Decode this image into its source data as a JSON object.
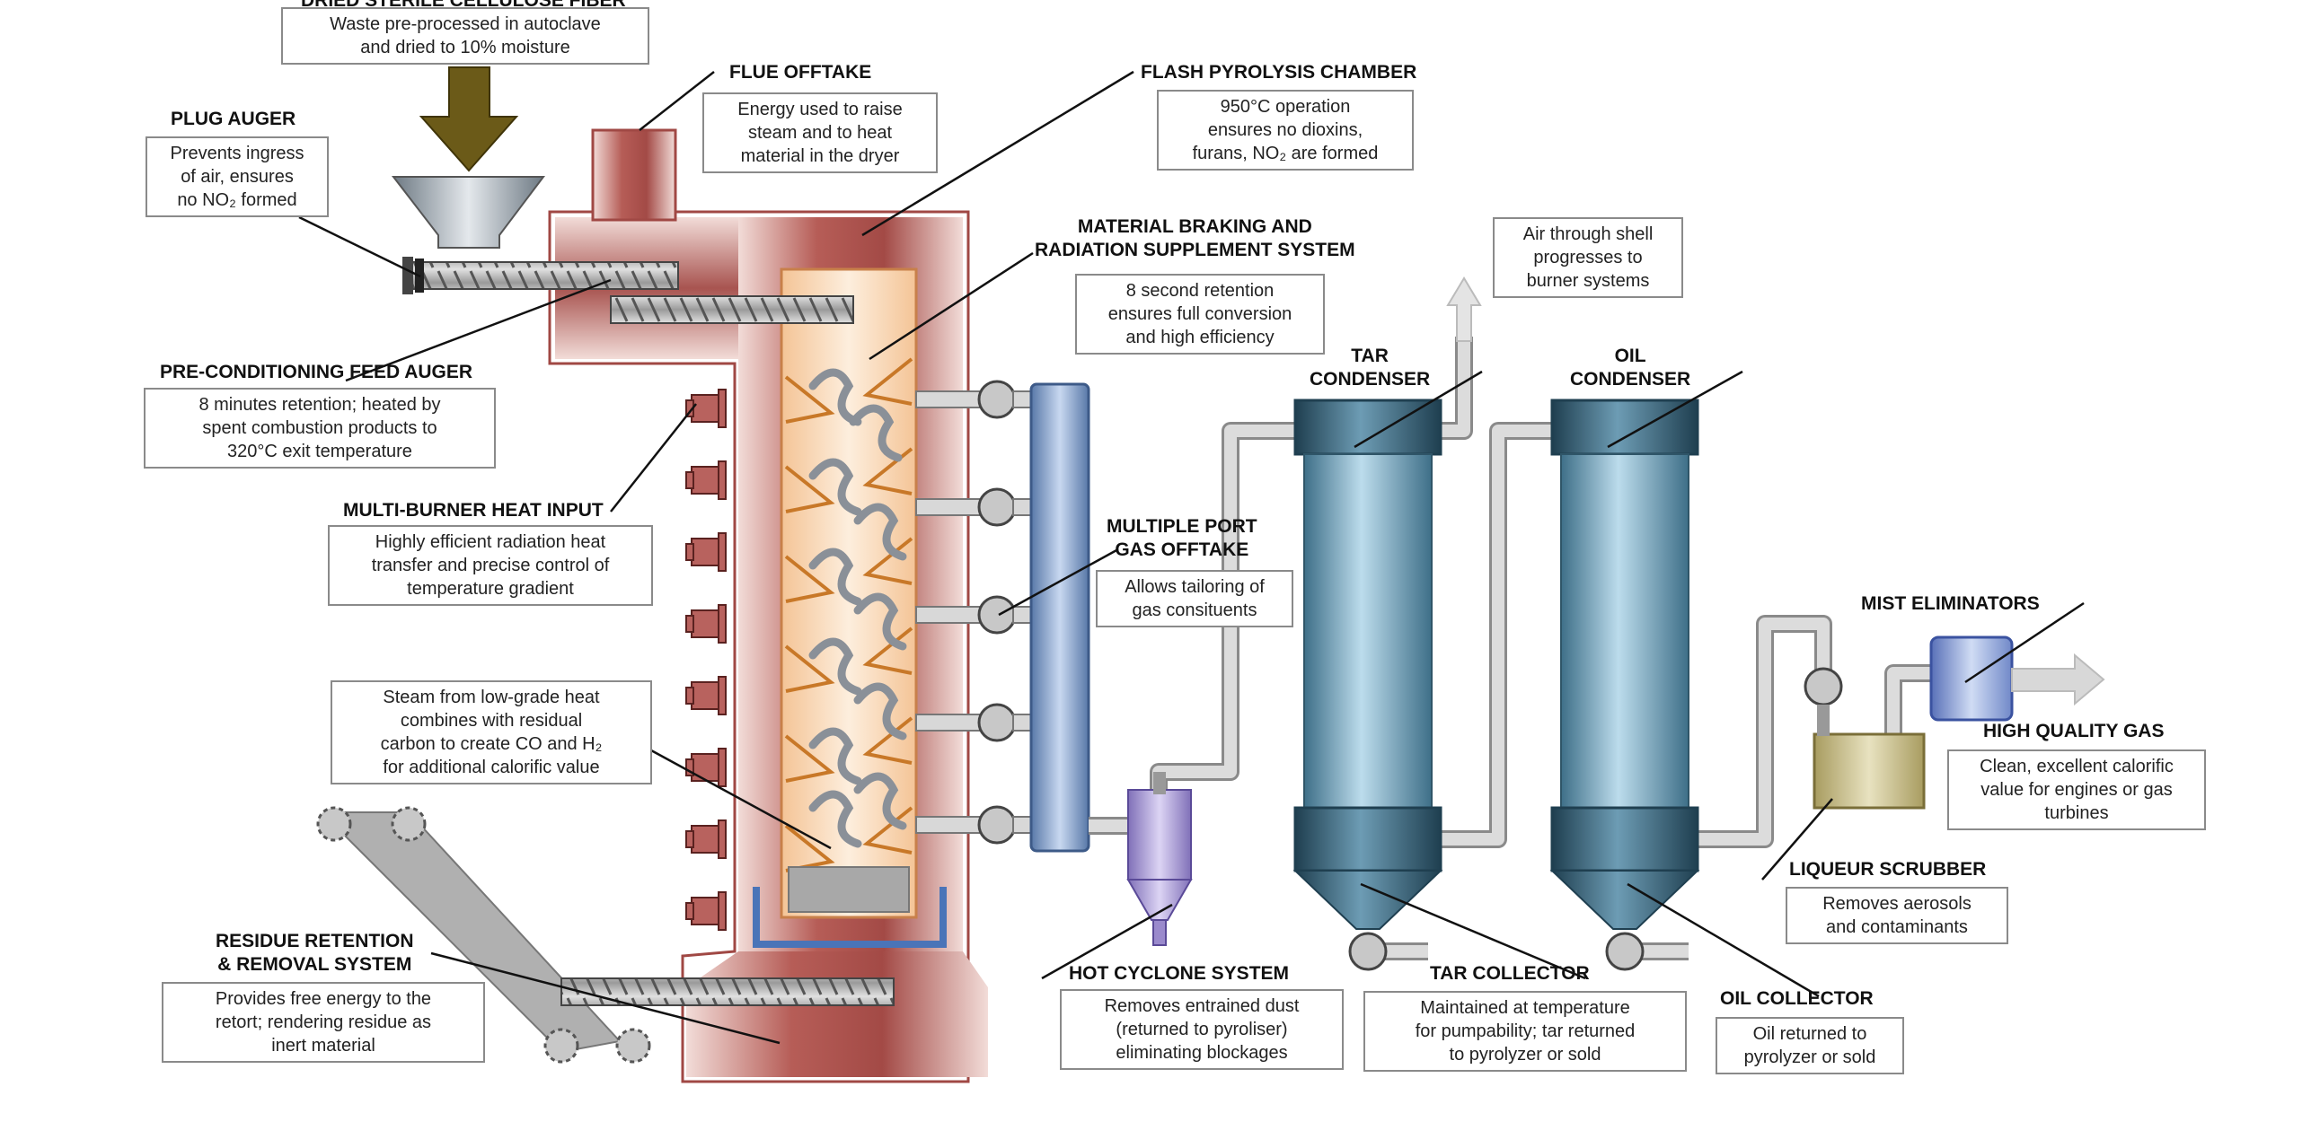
{
  "labels": {
    "dried_fiber": {
      "title": "DRIED STERILE CELLULOSE FIBER",
      "desc": "Waste pre-processed in autoclave\nand dried to 10% moisture"
    },
    "flue_offtake": {
      "title": "FLUE OFFTAKE",
      "desc": "Energy used to raise\nsteam and to heat\nmaterial in the dryer"
    },
    "flash_chamber": {
      "title": "FLASH PYROLYSIS CHAMBER",
      "desc": "950°C operation\nensures no dioxins,\nfurans, NO₂ are formed"
    },
    "plug_auger": {
      "title": "PLUG AUGER",
      "desc": "Prevents ingress\nof air, ensures\nno NO₂ formed"
    },
    "braking": {
      "title": "MATERIAL BRAKING AND\nRADIATION SUPPLEMENT SYSTEM",
      "desc": "8 second retention\nensures full conversion\nand high efficiency"
    },
    "air_shell": {
      "desc": "Air through shell\nprogresses to\nburner systems"
    },
    "feed_auger": {
      "title": "PRE-CONDITIONING FEED AUGER",
      "desc": "8 minutes retention; heated by\nspent combustion products to\n320°C exit temperature"
    },
    "tar_condenser": {
      "title": "TAR\nCONDENSER"
    },
    "oil_condenser": {
      "title": "OIL\nCONDENSER"
    },
    "multi_burner": {
      "title": "MULTI-BURNER HEAT INPUT",
      "desc": "Highly efficient radiation heat\ntransfer and precise control of\ntemperature gradient"
    },
    "multi_port": {
      "title": "MULTIPLE PORT\nGAS OFFTAKE",
      "desc": "Allows tailoring of\ngas consituents"
    },
    "steam": {
      "desc": "Steam from low-grade heat\ncombines with residual\ncarbon to create CO and H₂\nfor additional calorific value"
    },
    "mist": {
      "title": "MIST ELIMINATORS"
    },
    "hq_gas": {
      "title": "HIGH QUALITY GAS",
      "desc": "Clean, excellent calorific\nvalue for engines or gas\nturbines"
    },
    "liqueur": {
      "title": "LIQUEUR SCRUBBER",
      "desc": "Removes aerosols\nand contaminants"
    },
    "residue": {
      "title": "RESIDUE RETENTION\n& REMOVAL SYSTEM",
      "desc": "Provides free energy to the\nretort; rendering residue as\ninert material"
    },
    "hot_cyclone": {
      "title": "HOT CYCLONE SYSTEM",
      "desc": "Removes entrained dust\n(returned to pyroliser)\neliminating blockages"
    },
    "tar_collector": {
      "title": "TAR COLLECTOR",
      "desc": "Maintained at temperature\nfor pumpability; tar returned\nto pyrolyzer or sold"
    },
    "oil_collector": {
      "title": "OIL COLLECTOR",
      "desc": "Oil returned to\npyrolyzer or sold"
    }
  },
  "colors": {
    "furnace": "#a8504c",
    "furnace_light": "#f0d8d4",
    "chamber": "#f0c090",
    "column": "#7aaac4",
    "column_dark": "#2f5568",
    "pipe": "#c8c8c8",
    "scrubber": "#c8c090",
    "arrow_feed": "#6b5a18",
    "hopper": "#9aa4ac",
    "conveyor": "#9a9a9a",
    "cyclone": "#a89ad0"
  }
}
